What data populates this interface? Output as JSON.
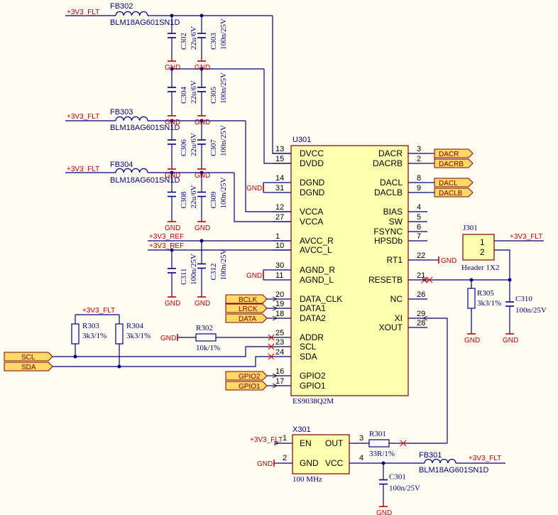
{
  "nets": {
    "p3v3_flt": "+3V3_FLT",
    "p3v3_ref": "+3V3_REF",
    "gnd": "GND"
  },
  "ferrites": [
    {
      "ref": "FB302",
      "value": "BLM18AG601SN1D"
    },
    {
      "ref": "FB303",
      "value": "BLM18AG601SN1D"
    },
    {
      "ref": "FB304",
      "value": "BLM18AG601SN1D"
    },
    {
      "ref": "FB301",
      "value": "BLM18AG601SN1D"
    }
  ],
  "caps": [
    {
      "ref": "C302",
      "value": "22u/6V"
    },
    {
      "ref": "C303",
      "value": "100n/25V"
    },
    {
      "ref": "C304",
      "value": "22u/6V"
    },
    {
      "ref": "C305",
      "value": "100n/25V"
    },
    {
      "ref": "C306",
      "value": "22u/6V"
    },
    {
      "ref": "C307",
      "value": "100n/25V"
    },
    {
      "ref": "C308",
      "value": "22u/6V"
    },
    {
      "ref": "C309",
      "value": "100n/25V"
    },
    {
      "ref": "C311",
      "value": "100n/25V"
    },
    {
      "ref": "C312",
      "value": "100n/25V"
    },
    {
      "ref": "C310",
      "value": "100n/25V"
    },
    {
      "ref": "C301",
      "value": "100n/25V"
    }
  ],
  "resistors": [
    {
      "ref": "R303",
      "value": "3k3/1%"
    },
    {
      "ref": "R304",
      "value": "3k3/1%"
    },
    {
      "ref": "R302",
      "value": "10k/1%"
    },
    {
      "ref": "R305",
      "value": "3k3/1%"
    },
    {
      "ref": "R301",
      "value": "33R/1%"
    }
  ],
  "u301": {
    "ref": "U301",
    "part": "ES9038Q2M",
    "left_pins": [
      {
        "num": "13",
        "name": "DVCC"
      },
      {
        "num": "15",
        "name": "DVDD"
      },
      {
        "num": "14",
        "name": "DGND"
      },
      {
        "num": "31",
        "name": "DGND"
      },
      {
        "num": "12",
        "name": "VCCA"
      },
      {
        "num": "27",
        "name": "VCCA"
      },
      {
        "num": "1",
        "name": "AVCC_R"
      },
      {
        "num": "10",
        "name": "AVCC_L"
      },
      {
        "num": "30",
        "name": "AGND_R"
      },
      {
        "num": "11",
        "name": "AGND_L"
      },
      {
        "num": "20",
        "name": "DATA_CLK"
      },
      {
        "num": "19",
        "name": "DATA1"
      },
      {
        "num": "18",
        "name": "DATA2"
      },
      {
        "num": "25",
        "name": "ADDR"
      },
      {
        "num": "23",
        "name": "SCL"
      },
      {
        "num": "24",
        "name": "SDA"
      },
      {
        "num": "16",
        "name": "GPIO2"
      },
      {
        "num": "17",
        "name": "GPIO1"
      }
    ],
    "right_pins": [
      {
        "num": "3",
        "name": "DACR"
      },
      {
        "num": "2",
        "name": "DACRB"
      },
      {
        "num": "8",
        "name": "DACL"
      },
      {
        "num": "9",
        "name": "DACLB"
      },
      {
        "num": "4",
        "name": "BIAS"
      },
      {
        "num": "5",
        "name": "SW"
      },
      {
        "num": "6",
        "name": "FSYNC"
      },
      {
        "num": "7",
        "name": "HPSDb"
      },
      {
        "num": "22",
        "name": "RT1"
      },
      {
        "num": "21",
        "name": "RESETB"
      },
      {
        "num": "26",
        "name": "NC"
      },
      {
        "num": "29",
        "name": "XI"
      },
      {
        "num": "28",
        "name": "XOUT"
      }
    ]
  },
  "ports": {
    "right": [
      "DACR",
      "DACRB",
      "DACL",
      "DACLB"
    ],
    "left_data": [
      "BCLK",
      "LRCK",
      "DATA"
    ],
    "left_gpio": [
      "GPIO2",
      "GPIO1"
    ],
    "i2c": [
      "SCL",
      "SDA"
    ]
  },
  "j301": {
    "ref": "J301",
    "value": "Header 1X2",
    "pins": [
      "1",
      "2"
    ]
  },
  "x301": {
    "ref": "X301",
    "value": "100 MHz",
    "pins": [
      {
        "num": "1",
        "name": "EN"
      },
      {
        "num": "2",
        "name": "GND"
      },
      {
        "num": "3",
        "name": "OUT"
      },
      {
        "num": "4",
        "name": "VCC"
      }
    ]
  },
  "colors": {
    "background": "#fffdf2",
    "wire": "#000080",
    "body_fill": "#ffffb0",
    "body_stroke": "#800000",
    "net_text": "#c00000",
    "port_fill": "#ffd966",
    "nc_mark": "#ff0000"
  },
  "icons": [
    "ferrite-bead-icon",
    "capacitor-icon",
    "resistor-icon",
    "gnd-icon",
    "port-arrow-icon",
    "no-connect-icon",
    "junction-dot-icon"
  ]
}
